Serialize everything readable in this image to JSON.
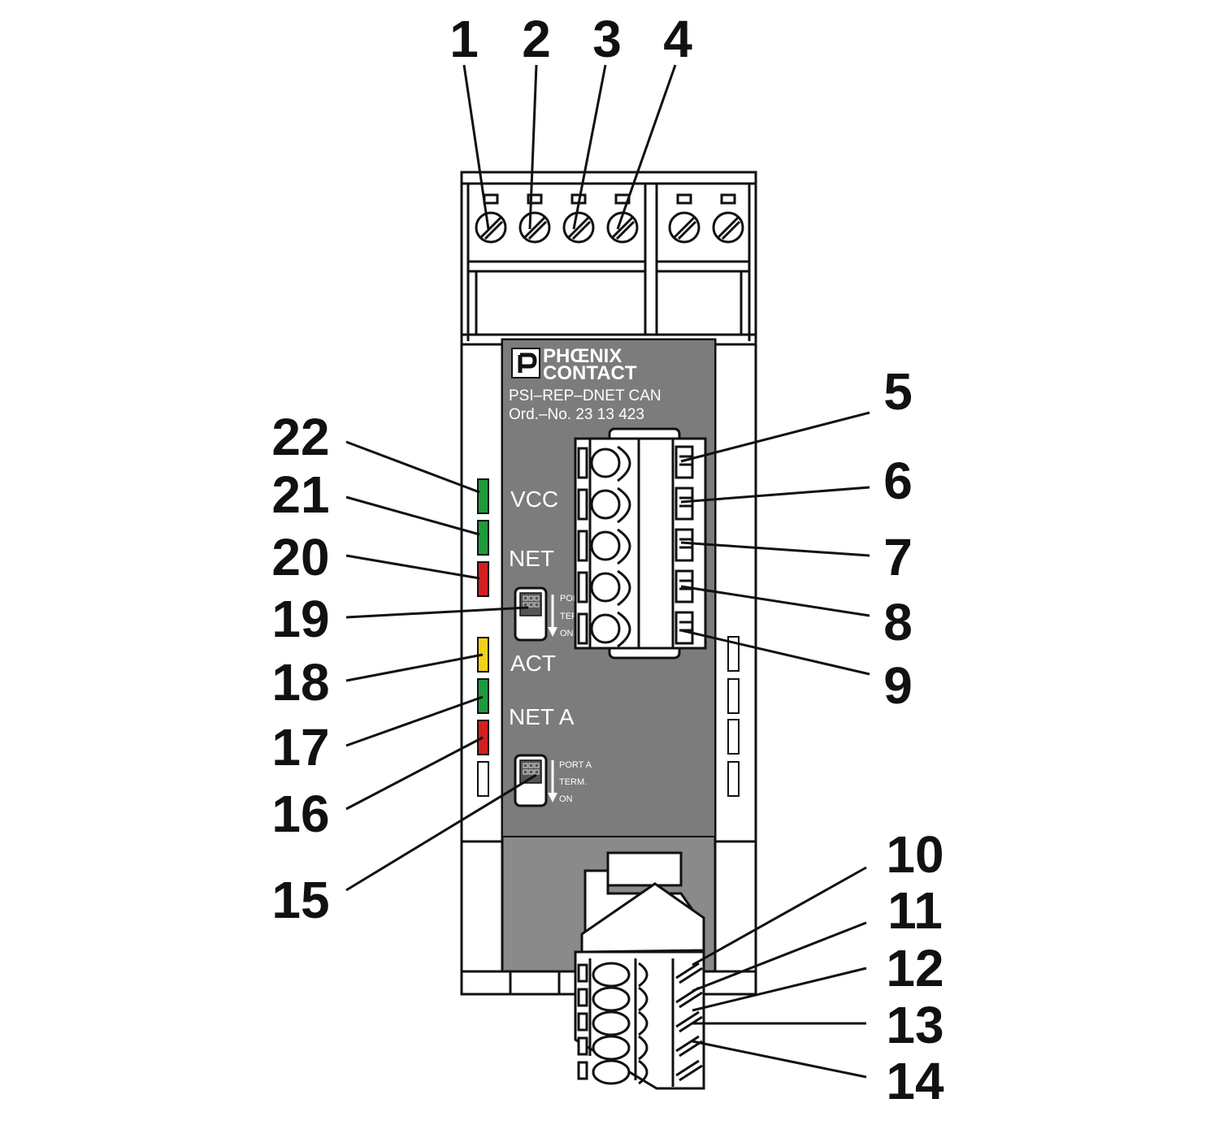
{
  "device": {
    "brand_line1": "PHŒNIX",
    "brand_line2": "CONTACT",
    "model": "PSI–REP–DNET CAN",
    "order_no": "Ord.–No.  23  13  423"
  },
  "panel_labels": {
    "vcc": "VCC",
    "net": "NET",
    "act": "ACT",
    "net_a": "NET   A"
  },
  "switch_upper": {
    "line1": "POR",
    "line2": "TER",
    "line3": "ON"
  },
  "switch_lower": {
    "line1": "PORT   A",
    "line2": "TERM.",
    "line3": "ON"
  },
  "leds": [
    {
      "ref": "22",
      "color": "#1f9a3c"
    },
    {
      "ref": "21",
      "color": "#1f9a3c"
    },
    {
      "ref": "20",
      "color": "#d31f1f"
    },
    {
      "ref": "18",
      "color": "#f2d21a"
    },
    {
      "ref": "17",
      "color": "#1f9a3c"
    },
    {
      "ref": "16",
      "color": "#d31f1f"
    }
  ],
  "callouts": [
    "1",
    "2",
    "3",
    "4",
    "5",
    "6",
    "7",
    "8",
    "9",
    "10",
    "11",
    "12",
    "13",
    "14",
    "15",
    "16",
    "17",
    "18",
    "19",
    "20",
    "21",
    "22"
  ]
}
